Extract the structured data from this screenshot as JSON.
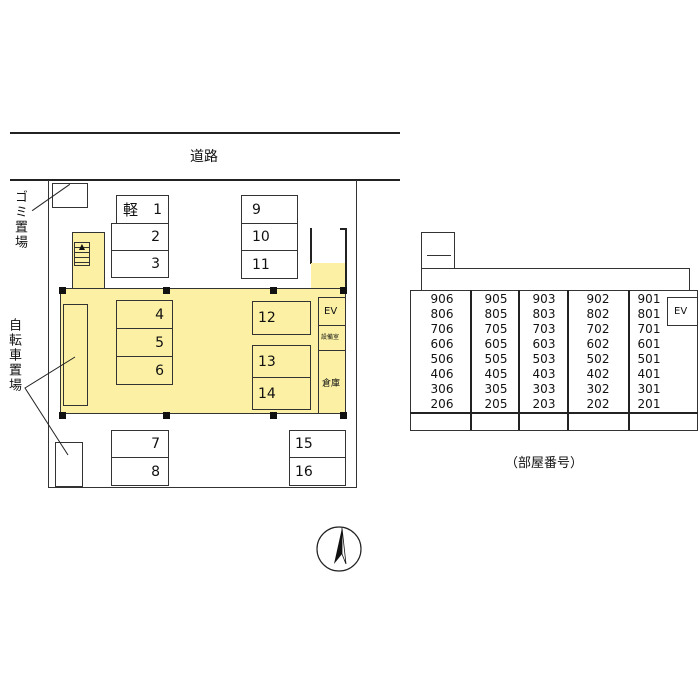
{
  "road_label": "道路",
  "garbage_label": "ゴミ置場",
  "bicycle_label": "自転車置場",
  "kei_label": "軽",
  "parking": [
    "1",
    "2",
    "3",
    "4",
    "5",
    "6",
    "7",
    "8",
    "9",
    "10",
    "11",
    "12",
    "13",
    "14",
    "15",
    "16"
  ],
  "ev_label": "EV",
  "equipment_label": "設備室",
  "storage_label": "倉庫",
  "room_columns": [
    [
      "906",
      "806",
      "706",
      "606",
      "506",
      "406",
      "306",
      "206"
    ],
    [
      "905",
      "805",
      "705",
      "605",
      "505",
      "405",
      "305",
      "205"
    ],
    [
      "903",
      "803",
      "703",
      "603",
      "503",
      "403",
      "303",
      "203"
    ],
    [
      "902",
      "802",
      "702",
      "602",
      "502",
      "402",
      "302",
      "202"
    ],
    [
      "901",
      "801",
      "701",
      "601",
      "501",
      "401",
      "301",
      "201"
    ]
  ],
  "ev_label_right": "EV",
  "caption": "（部屋番号）"
}
